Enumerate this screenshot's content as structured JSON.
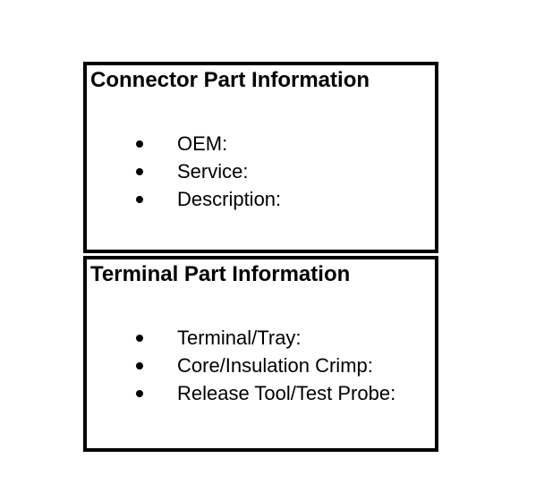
{
  "colors": {
    "background": "#ffffff",
    "border": "#000000",
    "text": "#000000"
  },
  "sections": [
    {
      "title": "Connector Part Information",
      "items": [
        "OEM:",
        "Service:",
        "Description:"
      ]
    },
    {
      "title": "Terminal Part Information",
      "items": [
        "Terminal/Tray:",
        "Core/Insulation Crimp:",
        "Release Tool/Test Probe:"
      ]
    }
  ]
}
